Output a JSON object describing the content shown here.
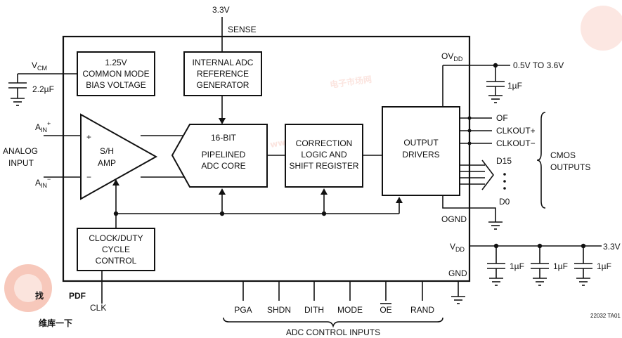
{
  "supply_top": "3.3V",
  "sense": "SENSE",
  "vcm_main": "V",
  "vcm_sub": "CM",
  "cap_vcm": "2.2µF",
  "ain_plus_main": "A",
  "ain_plus_sub": "IN",
  "ain_plus_sup": "+",
  "ain_minus_main": "A",
  "ain_minus_sub": "IN",
  "ain_minus_sup": "−",
  "analog_input_1": "ANALOG",
  "analog_input_2": "INPUT",
  "plus_sign": "+",
  "minus_sign": "−",
  "sh_amp_1": "S/H",
  "sh_amp_2": "AMP",
  "bias_block": [
    "1.25V",
    "COMMON MODE",
    "BIAS VOLTAGE"
  ],
  "ref_block": [
    "INTERNAL ADC",
    "REFERENCE",
    "GENERATOR"
  ],
  "adc_core": [
    "16-BIT",
    "PIPELINED",
    "ADC CORE"
  ],
  "correction": [
    "CORRECTION",
    "LOGIC AND",
    "SHIFT REGISTER"
  ],
  "output_drivers": [
    "OUTPUT",
    "DRIVERS"
  ],
  "clock_block": [
    "CLOCK/DUTY",
    "CYCLE",
    "CONTROL"
  ],
  "ovdd_main": "OV",
  "ovdd_sub": "DD",
  "ovdd_range": "0.5V TO 3.6V",
  "cap_ovdd": "1µF",
  "outputs": [
    "OF",
    "CLKOUT+",
    "CLKOUT−",
    "D15",
    "D0"
  ],
  "cmos_outputs_1": "CMOS",
  "cmos_outputs_2": "OUTPUTS",
  "ognd": "OGND",
  "vdd_main": "V",
  "vdd_sub": "DD",
  "vdd_supply": "3.3V",
  "caps_vdd": [
    "1µF",
    "1µF",
    "1µF"
  ],
  "gnd": "GND",
  "clk": "CLK",
  "control_pins": [
    "PGA",
    "SHDN",
    "DITH",
    "MODE",
    "OE",
    "RAND"
  ],
  "control_caption": "ADC CONTROL INPUTS",
  "figure_code": "22032 TA01",
  "watermark_pdf": "PDF",
  "watermark_cn1": "找",
  "watermark_cn2": "维库一下",
  "watermark_url": "www.dzsc.com",
  "watermark_cn_top": "电子市场网",
  "colors": {
    "watermark": "#e8603c",
    "ink": "#111111"
  }
}
